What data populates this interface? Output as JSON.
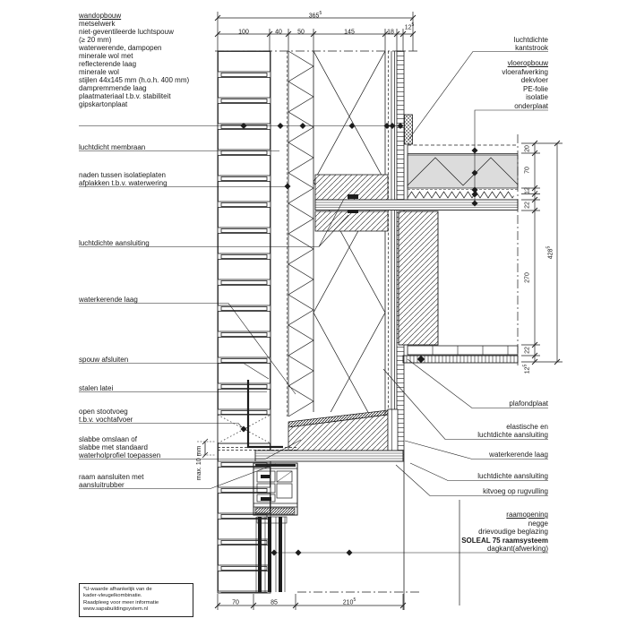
{
  "left": {
    "wall_title": "wandopbouw",
    "wall_layers": [
      "metselwerk",
      "niet-geventileerde luchtspouw",
      "(≥ 20 mm)",
      "waterwerende, dampopen",
      "minerale wol met",
      "reflecterende laag",
      "minerale wol",
      "stijlen 44x145 mm (h.o.h. 400 mm)",
      "dampremmende laag",
      "plaatmateriaal t.b.v. stabiliteit",
      "gipskartonplaat"
    ],
    "membrane": "luchtdicht membraan",
    "seams_1": "naden tussen isolatieplaten",
    "seams_2": "afplakken t.b.v. waterwering",
    "airtight": "luchtdichte aansluiting",
    "waterbarrier": "waterkerende laag",
    "cavity_close": "spouw afsluiten",
    "lintel": "stalen latei",
    "weep_1": "open stootvoeg",
    "weep_2": "t.b.v. vochtafvoer",
    "flashing_1": "slabbe omslaan of",
    "flashing_2": "slabbe met standaard",
    "flashing_3": "waterholprofiel toepassen",
    "window_conn_1": "raam aansluiten met",
    "window_conn_2": "aansluitrubber",
    "max_gap": "max. 10 mm"
  },
  "right": {
    "edge_strip_1": "luchtdichte",
    "edge_strip_2": "kantstrook",
    "floor_title": "vloeropbouw",
    "floor_layers": [
      "vloerafwerking",
      "dekvloer",
      "PE-folie",
      "isolatie",
      "onderplaat"
    ],
    "ceiling": "plafondplaat",
    "elastic_1": "elastische en",
    "elastic_2": "luchtdichte aansluiting",
    "waterbarrier": "waterkerende laag",
    "airtight": "luchtdichte aansluiting",
    "sealant": "kitvoeg op rugvulling",
    "opening_title": "raamopening",
    "opening_1": "negge",
    "opening_2": "drievoudige beglazing",
    "opening_3": "SOLEAL 75 raamsysteem",
    "opening_4": "dagkant(afwerking)"
  },
  "dims": {
    "top_total": {
      "v": "365",
      "sup": "5"
    },
    "top": [
      {
        "v": "100",
        "sup": ""
      },
      {
        "v": "40",
        "sup": ""
      },
      {
        "v": "50",
        "sup": ""
      },
      {
        "v": "145",
        "sup": ""
      },
      {
        "v": "18",
        "sup": ""
      },
      {
        "v": "12",
        "sup": "5"
      }
    ],
    "right_total": {
      "v": "428",
      "sup": "5"
    },
    "right": [
      {
        "v": "20",
        "sup": ""
      },
      {
        "v": "70",
        "sup": ""
      },
      {
        "v": "12",
        "sup": ""
      },
      {
        "v": "22",
        "sup": ""
      },
      {
        "v": "270",
        "sup": ""
      },
      {
        "v": "22",
        "sup": ""
      },
      {
        "v": "12",
        "sup": "5"
      }
    ],
    "bottom": [
      {
        "v": "70",
        "sup": ""
      },
      {
        "v": "85",
        "sup": ""
      },
      {
        "v": "210",
        "sup": "5"
      }
    ]
  },
  "note": {
    "lines": [
      "*U-waarde afhankelijk van de",
      "kader-vleugelkombinatie.",
      "Raadpleeg voor meer informatie",
      "www.sapabuildingsystem.nl"
    ]
  },
  "colors": {
    "line": "#1c1c1c",
    "insulation_fill": "#dcdcdc",
    "paper": "#ffffff"
  }
}
